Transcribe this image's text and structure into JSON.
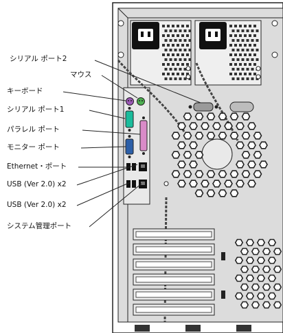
{
  "labels": {
    "serial_port_2": "シリアル ポート2",
    "mouse": "マウス",
    "keyboard": "キーボード",
    "serial_port_1": "シリアル ポート1",
    "parallel_port": "パラレル ポート",
    "monitor_port": "モニター ポート",
    "ethernet_port": "Ethernet・ポート",
    "usb_upper": "USB (Ver 2.0) x2",
    "usb_lower": "USB (Ver 2.0) x2",
    "system_mgmt_port": "システム管理ポート"
  },
  "colors": {
    "chassis": "#d7d7d7",
    "edge": "#222222",
    "psu_panel": "#efefef",
    "vent_hole": "#333333",
    "keyboard_port": "#9b59b6",
    "mouse_port": "#4caf50",
    "serial_port_1": "#1abc9c",
    "parallel_port": "#d98bc8",
    "monitor_port": "#2c5fa8",
    "cable": "#444444"
  }
}
